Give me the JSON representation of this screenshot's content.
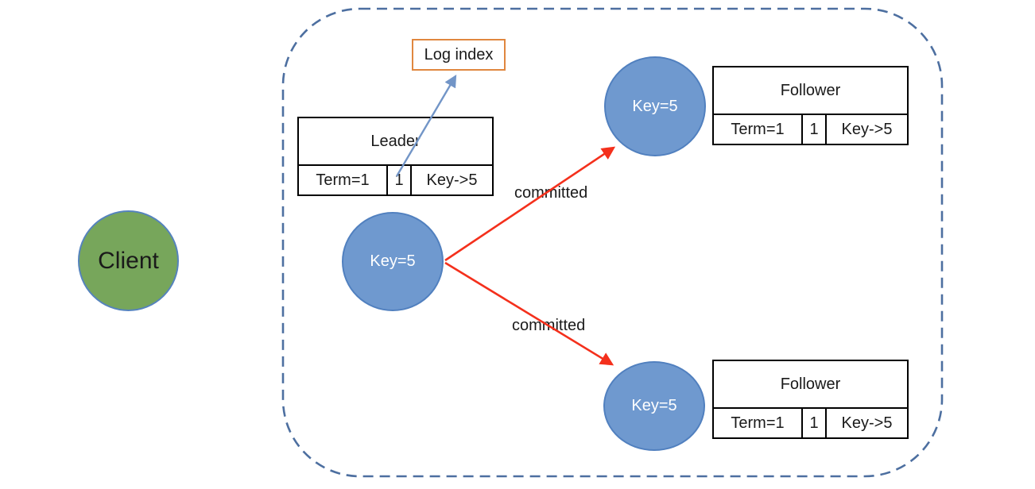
{
  "colors": {
    "canvas-bg": "#ffffff",
    "node-blue": "#6f99cf",
    "node-blue-border": "#5180bf",
    "client-green": "#77a65b",
    "client-green-border": "#5583bd",
    "arrow-red": "#f4301c",
    "arrow-blue": "#7295c7",
    "boundary-blue": "#4d6fa0",
    "log-index-orange": "#e0873f",
    "table-border": "#000000",
    "text-color": "#1a1a1a",
    "node-text-color": "#ffffff"
  },
  "client": {
    "label": "Client"
  },
  "leader": {
    "node_label": "Key=5",
    "table": {
      "title": "Leader",
      "cells": [
        "Term=1",
        "1",
        "Key->5"
      ]
    }
  },
  "log_index": {
    "label": "Log index"
  },
  "followers": [
    {
      "node_label": "Key=5",
      "table": {
        "title": "Follower",
        "cells": [
          "Term=1",
          "1",
          "Key->5"
        ]
      }
    },
    {
      "node_label": "Key=5",
      "table": {
        "title": "Follower",
        "cells": [
          "Term=1",
          "1",
          "Key->5"
        ]
      }
    }
  ],
  "edges": [
    {
      "label": "committed"
    },
    {
      "label": "committed"
    }
  ]
}
